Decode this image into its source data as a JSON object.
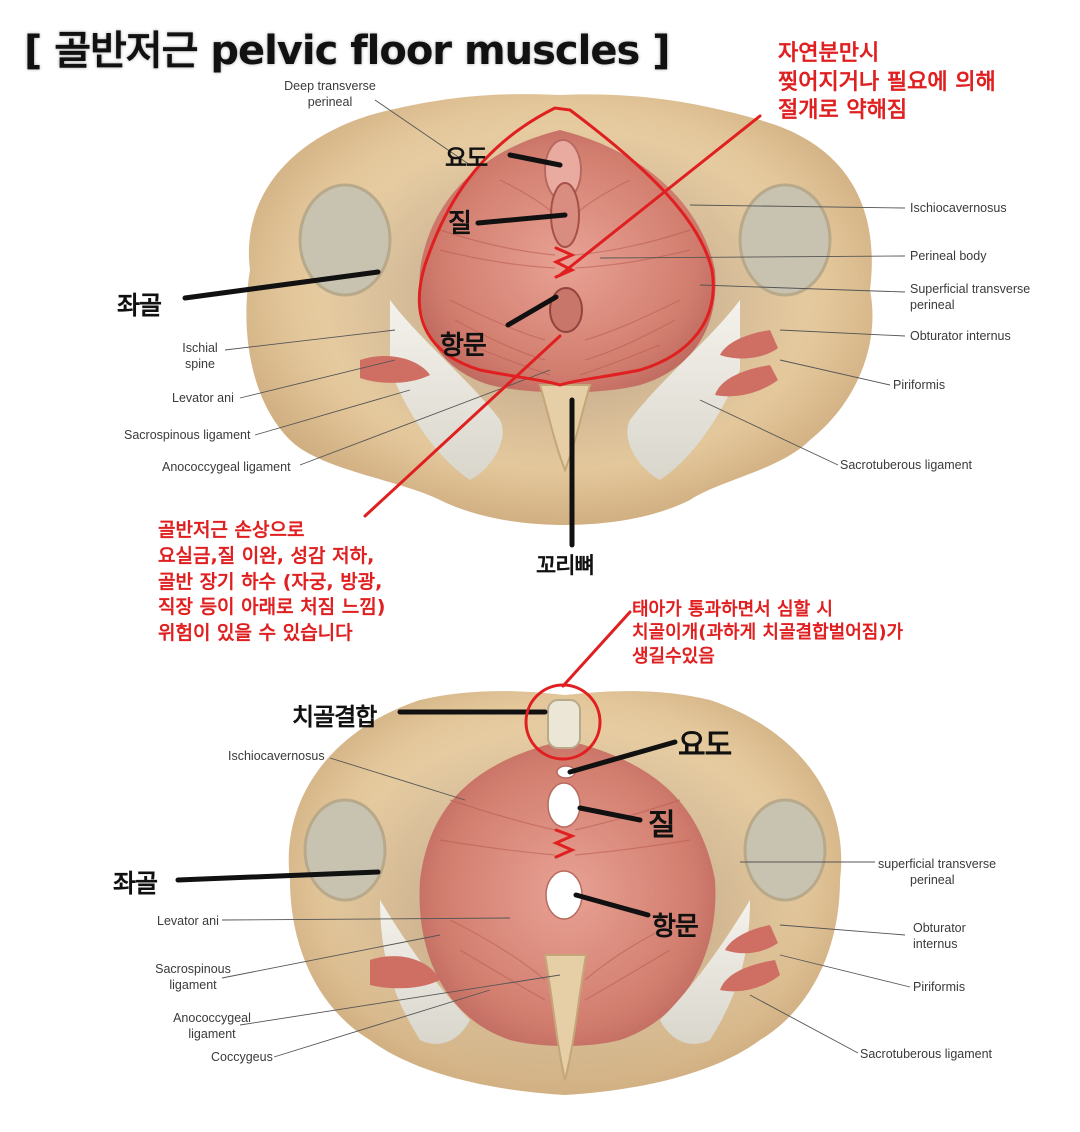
{
  "title": "[ 골반저근 pelvic floor muscles ]",
  "colors": {
    "accent_red": "#e02020",
    "muscle": "#d98b7e",
    "bone": "#e9d2ad",
    "ligament": "#eeeee8"
  },
  "top": {
    "labels": {
      "deep_transverse": [
        "Deep transverse",
        "perineal"
      ],
      "ischiocavernosus": "Ischiocavernosus",
      "perineal_body": "Perineal body",
      "superficial_transverse": [
        "Superficial transverse",
        "perineal"
      ],
      "obturator_internus": "Obturator internus",
      "piriformis": "Piriformis",
      "sacrotuberous": "Sacrotuberous ligament",
      "ischial_spine": [
        "Ischial",
        "spine"
      ],
      "levator_ani": "Levator ani",
      "sacrospinous": "Sacrospinous ligament",
      "anococcygeal": "Anococcygeal ligament"
    },
    "korean": {
      "urethra": "요도",
      "vagina": "질",
      "ischium": "좌골",
      "anus": "항문",
      "coccyx": "꼬리뼈"
    },
    "note_birth": [
      "자연분만시",
      "찢어지거나 필요에 의해",
      "절개로 약해짐"
    ],
    "note_damage": [
      "골반저근 손상으로",
      "요실금,질 이완, 성감 저하,",
      "골반 장기 하수 (자궁, 방광,",
      "직장 등이 아래로 처짐 느낌)",
      "위험이 있을 수 있습니다"
    ]
  },
  "bottom": {
    "labels": {
      "ischiocavernosus": "Ischiocavernosus",
      "superficial_transverse": [
        "superficial transverse",
        "perineal"
      ],
      "obturator_internus": [
        "Obturator",
        "internus"
      ],
      "piriformis": "Piriformis",
      "sacrotuberous": "Sacrotuberous ligament",
      "levator_ani": "Levator ani",
      "sacrospinous": [
        "Sacrospinous",
        "ligament"
      ],
      "anococcygeal": [
        "Anococcygeal",
        "ligament"
      ],
      "coccygeus": "Coccygeus"
    },
    "korean": {
      "symphysis": "치골결합",
      "urethra": "요도",
      "vagina": "질",
      "ischium": "좌골",
      "anus": "항문"
    },
    "note_symphysis": [
      "태아가 통과하면서 심할 시",
      "치골이개(과하게 치골결합벌어짐)가",
      "생길수있음"
    ]
  }
}
